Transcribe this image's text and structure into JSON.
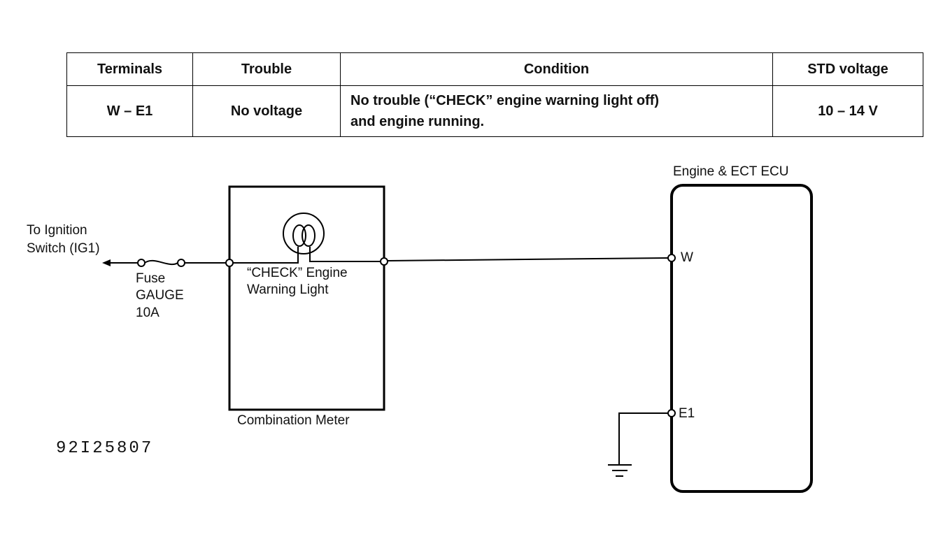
{
  "table": {
    "headers": [
      "Terminals",
      "Trouble",
      "Condition",
      "STD voltage"
    ],
    "row": {
      "terminals": "W – E1",
      "trouble": "No voltage",
      "condition_line1": "No trouble (“CHECK” engine warning light off)",
      "condition_line2": "and engine running.",
      "std_voltage": "10 – 14 V"
    }
  },
  "diagram": {
    "ignition_line1": "To Ignition",
    "ignition_line2": "Switch (IG1)",
    "fuse_line1": "Fuse",
    "fuse_line2": "GAUGE",
    "fuse_line3": "10A",
    "light_line1": "“CHECK” Engine",
    "light_line2": "Warning Light",
    "meter_label": "Combination Meter",
    "ecu_label": "Engine & ECT ECU",
    "terminal_w": "W",
    "terminal_e1": "E1",
    "figure_code": "92I25807"
  }
}
